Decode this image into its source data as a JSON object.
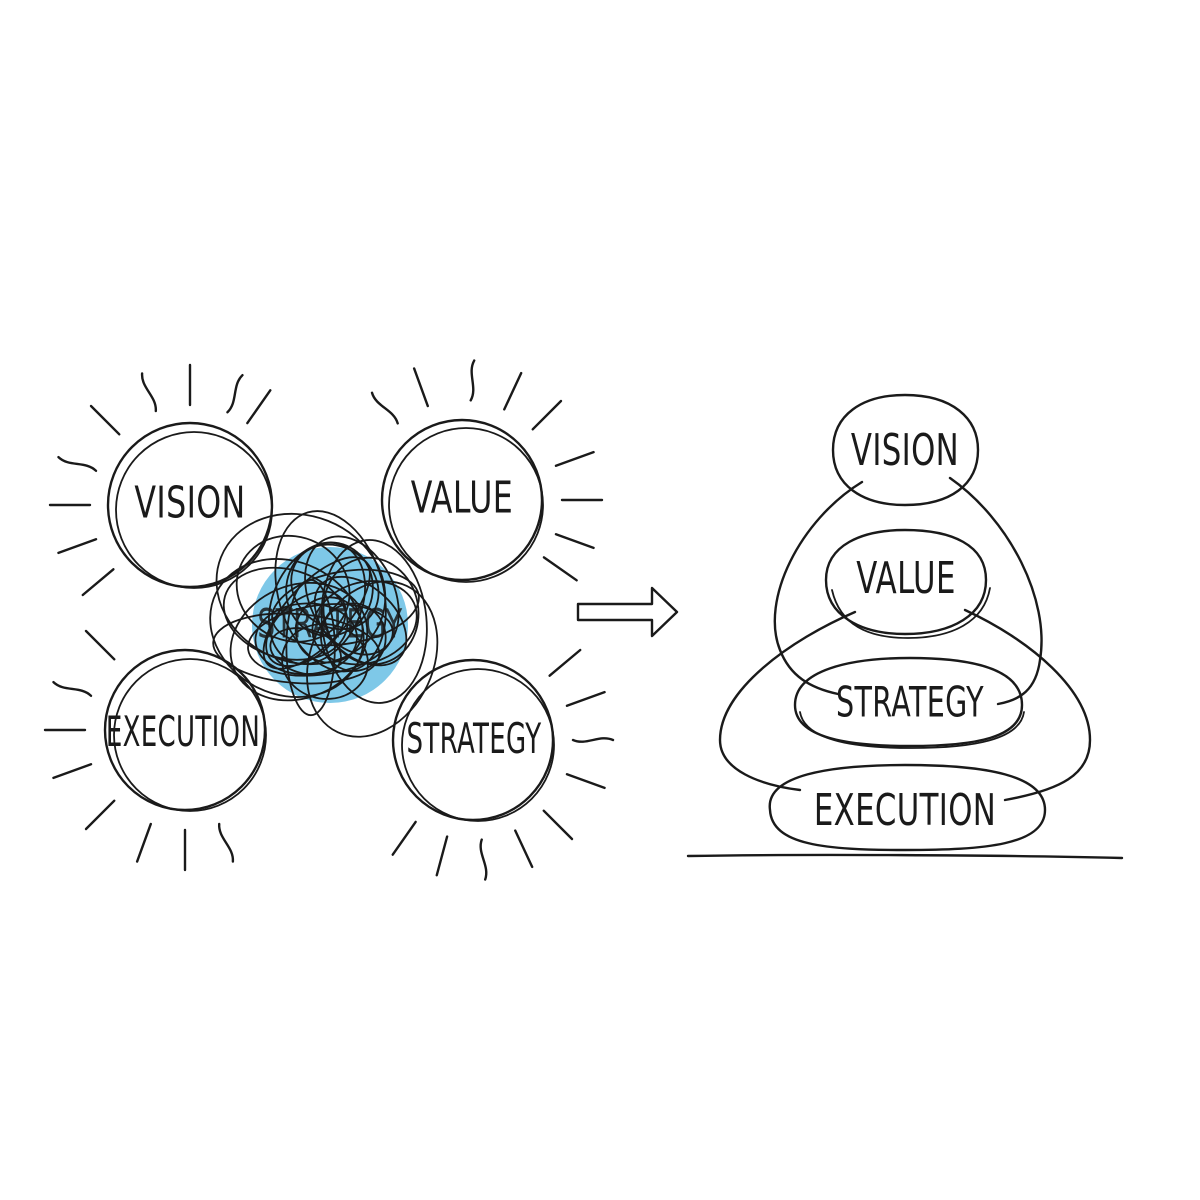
{
  "colors": {
    "ink": "#1a1a1a",
    "blue": "#7ec8e8",
    "green": "#9ac255",
    "yellow": "#f0e34a",
    "white": "#ffffff"
  },
  "left": {
    "vision": {
      "label": "VISION",
      "fill": "white"
    },
    "value": {
      "label": "VALUE",
      "fill": "blue"
    },
    "execution": {
      "label": "EXECUTION",
      "fill": "white"
    },
    "strategy": {
      "label": "STRATEGY",
      "fill": "green"
    },
    "tangle": {
      "label": "STRATEGY",
      "fill": "blue"
    }
  },
  "arrow": {
    "icon": "arrow-right-icon"
  },
  "right": {
    "vision": {
      "label": "VISION",
      "fill": "blue"
    },
    "value": {
      "label": "VALUE",
      "fill": "green"
    },
    "strategy": {
      "label": "STRATEGY",
      "fill": "yellow"
    },
    "execution": {
      "label": "EXECUTION",
      "fill": "blue"
    }
  }
}
